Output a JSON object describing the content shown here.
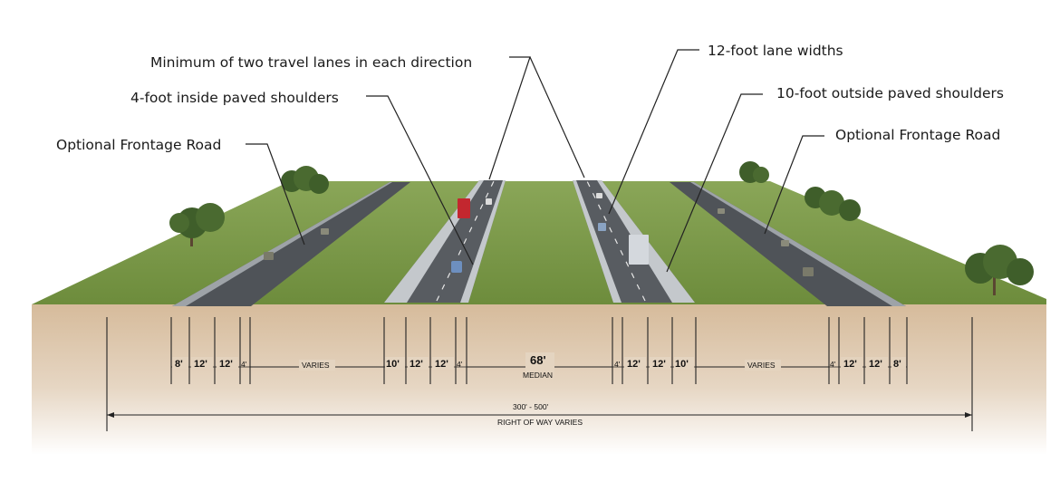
{
  "callouts": {
    "min_lanes": "Minimum of two travel lanes in each direction",
    "lane_widths": "12-foot lane widths",
    "inside_shoulders": "4-foot inside paved shoulders",
    "outside_shoulders": "10-foot outside paved shoulders",
    "frontage_left": "Optional Frontage Road",
    "frontage_right": "Optional Frontage Road"
  },
  "dimensions": {
    "left_frontage": [
      "8'",
      "12'",
      "12'",
      "4'"
    ],
    "left_varies": "VARIES",
    "left_highway": [
      "10'",
      "12'",
      "12'",
      "4'"
    ],
    "median_width": "68'",
    "median_label": "MEDIAN",
    "right_highway": [
      "4'",
      "12'",
      "12'",
      "10'"
    ],
    "right_varies": "VARIES",
    "right_frontage": [
      "4'",
      "12'",
      "12'",
      "8'"
    ],
    "row_range": "300' - 500'",
    "row_label": "RIGHT OF WAY VARIES"
  },
  "colors": {
    "grass": "#7a9a4a",
    "soil": "#d9c2a6",
    "pavement": "#55595e",
    "shoulder": "#b9bdc2"
  }
}
